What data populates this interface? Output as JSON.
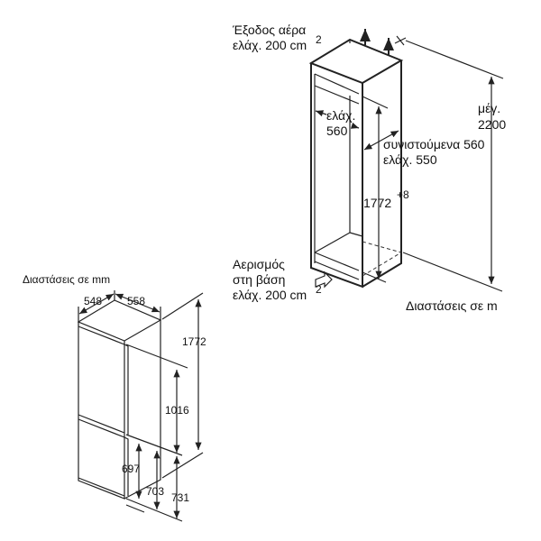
{
  "installation": {
    "air_outlet_line1": "Έξοδος αέρα",
    "air_outlet_line2": "ελάχ. 200 cm",
    "air_outlet_sup": "2",
    "max_label": "μέγ.",
    "max_value": "2200",
    "min_width_label": "ελάχ.",
    "min_width_value": "560",
    "depth_line1": "συνιστούμενα 560",
    "depth_line2": "ελάχ. 550",
    "niche_height": "1772",
    "niche_tolerance": "+8",
    "base_vent_line1": "Αερισμός",
    "base_vent_line2": "στη βάση",
    "base_vent_line3": "ελάχ. 200 cm",
    "base_vent_sup": "2",
    "units": "Διαστάσεις σε m"
  },
  "appliance": {
    "units": "Διαστάσεις σε mm",
    "width": "548",
    "depth": "558",
    "height": "1772",
    "upper_door": "1016",
    "lower_697": "697",
    "lower_703": "703",
    "lower_731": "731"
  }
}
